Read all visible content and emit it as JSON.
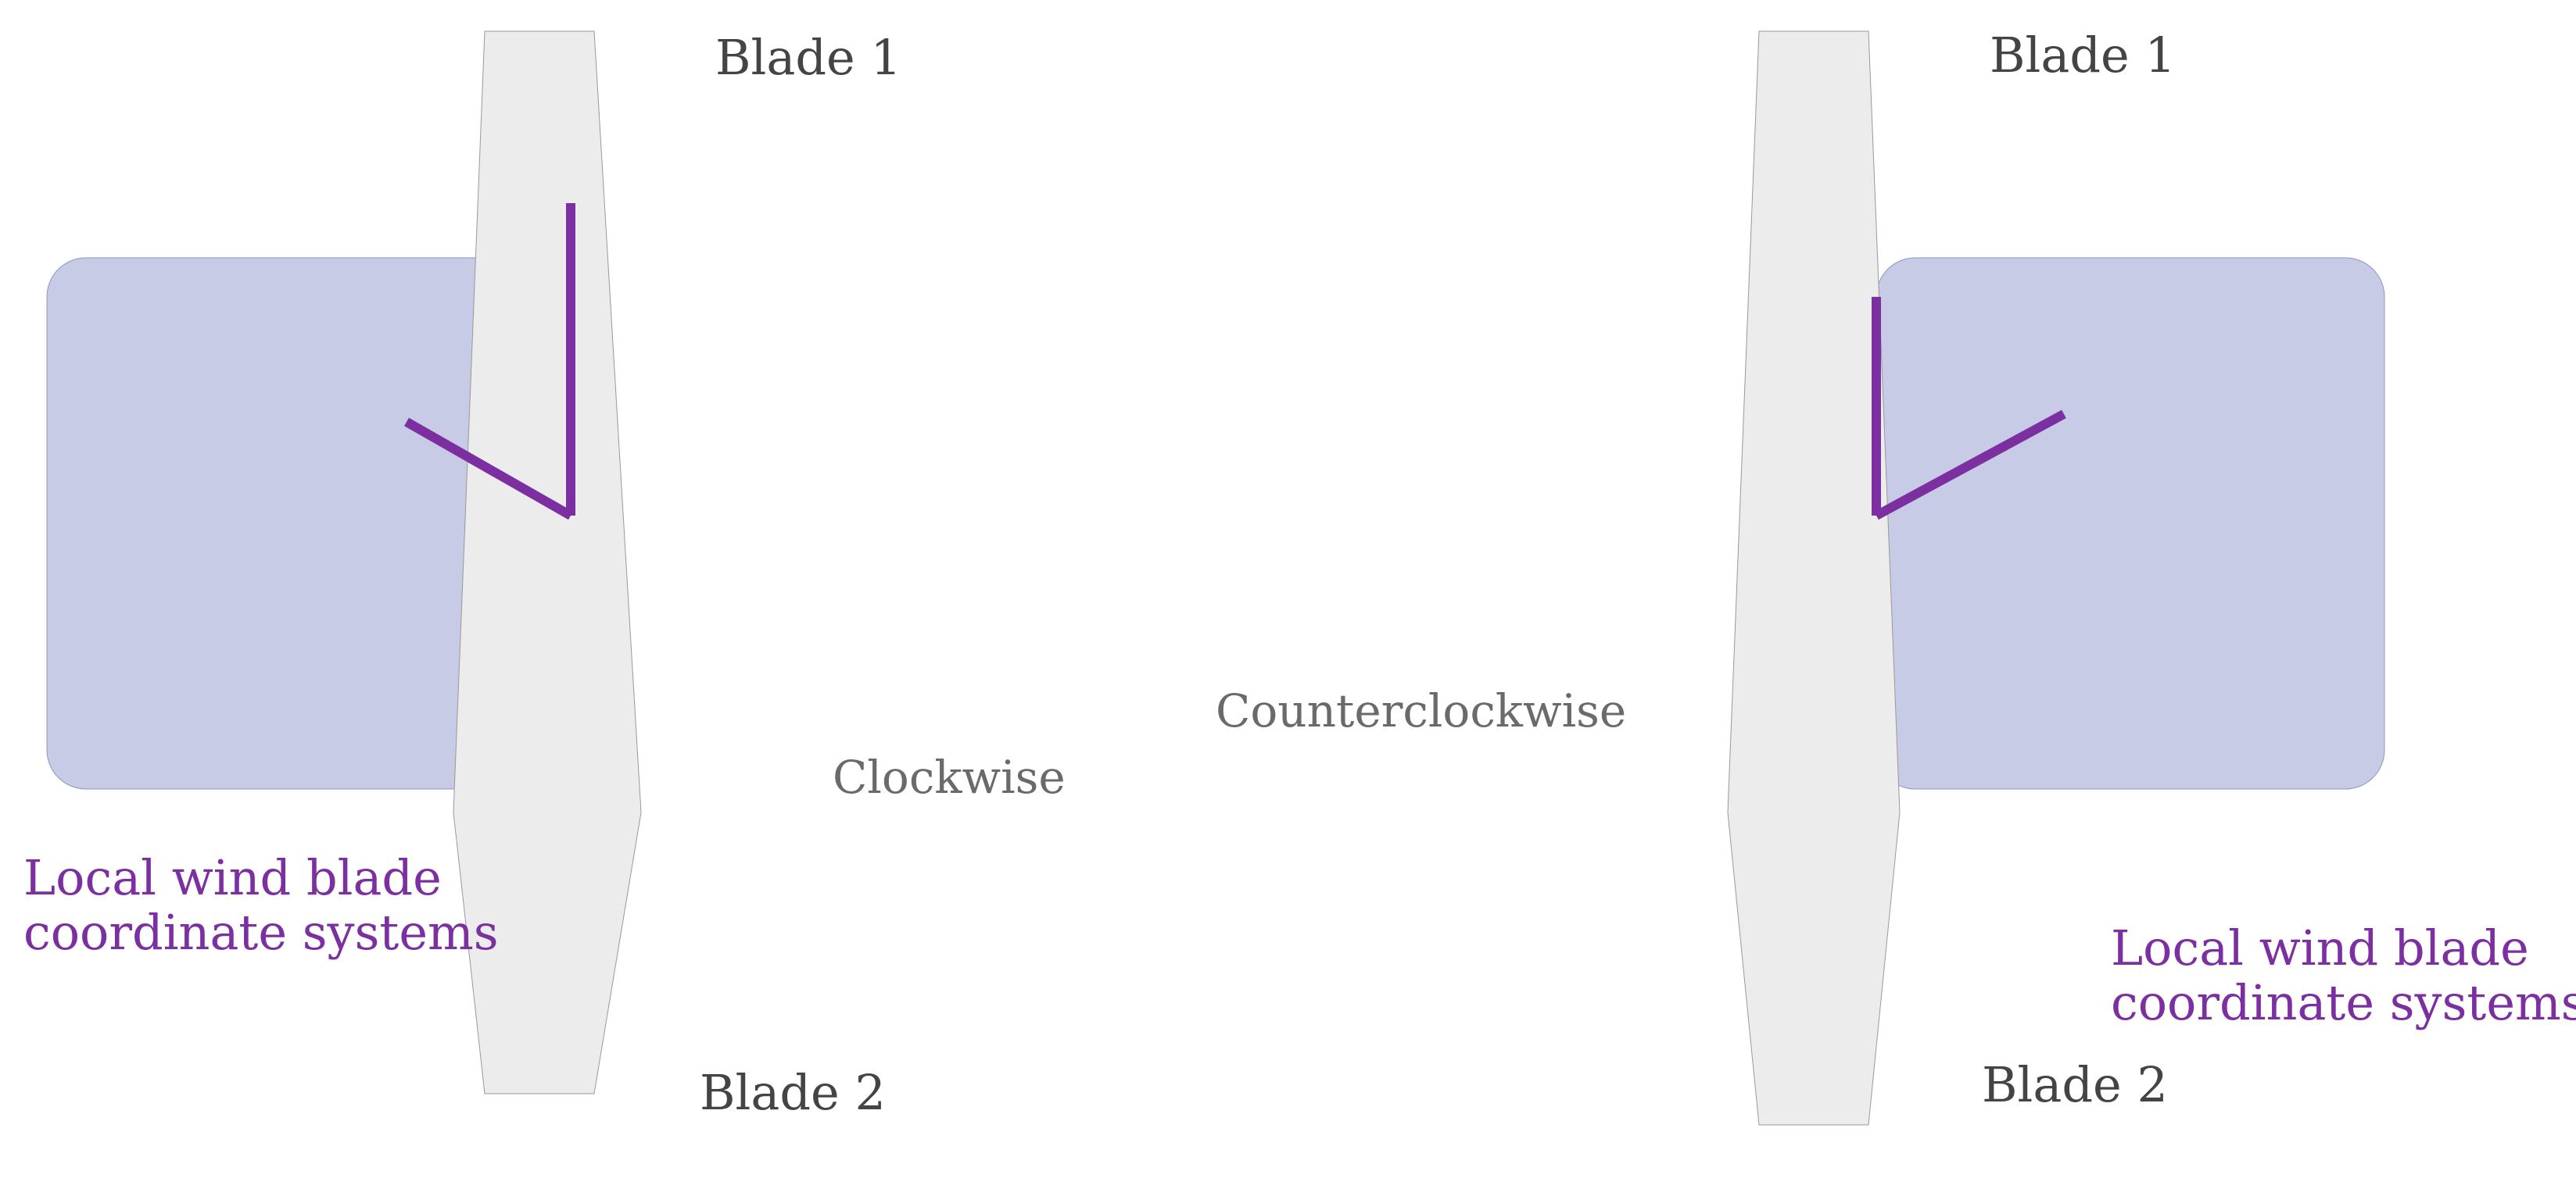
{
  "left": {
    "blade_top": "Blade 1",
    "blade_bottom": "Blade 2",
    "direction": "Clockwise",
    "caption": [
      "Local wind blade",
      "coordinate systems"
    ]
  },
  "right": {
    "blade_top": "Blade 1",
    "blade_bottom": "Blade 2",
    "direction": "Counterclockwise",
    "caption": [
      "Local wind blade",
      "coordinate systems"
    ]
  }
}
